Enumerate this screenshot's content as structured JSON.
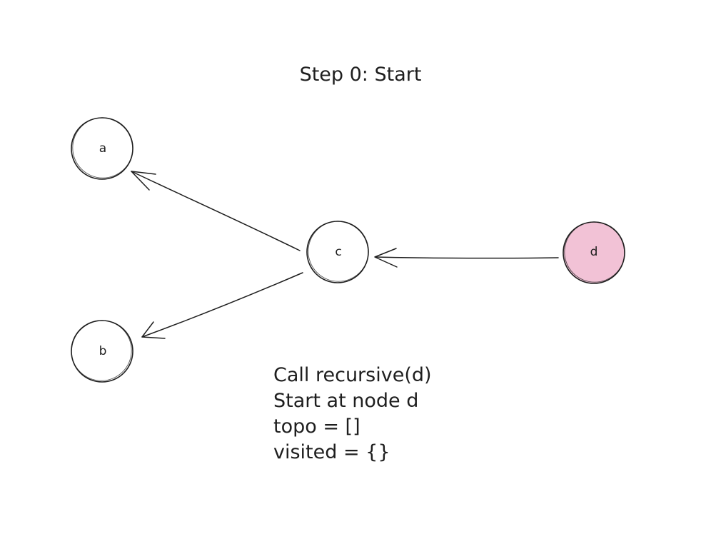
{
  "title": "Step 0: Start",
  "colors": {
    "ink": "#1e1e1e",
    "highlight_fill": "#f2c2d6",
    "default_fill": "#ffffff"
  },
  "nodes": [
    {
      "id": "a",
      "label": "a",
      "highlighted": false
    },
    {
      "id": "b",
      "label": "b",
      "highlighted": false
    },
    {
      "id": "c",
      "label": "c",
      "highlighted": false
    },
    {
      "id": "d",
      "label": "d",
      "highlighted": true
    }
  ],
  "edges": [
    {
      "from": "d",
      "to": "c"
    },
    {
      "from": "c",
      "to": "a"
    },
    {
      "from": "c",
      "to": "b"
    }
  ],
  "notes": [
    "Call recursive(d)",
    "Start at node d",
    "topo = []",
    "visited = {}"
  ]
}
